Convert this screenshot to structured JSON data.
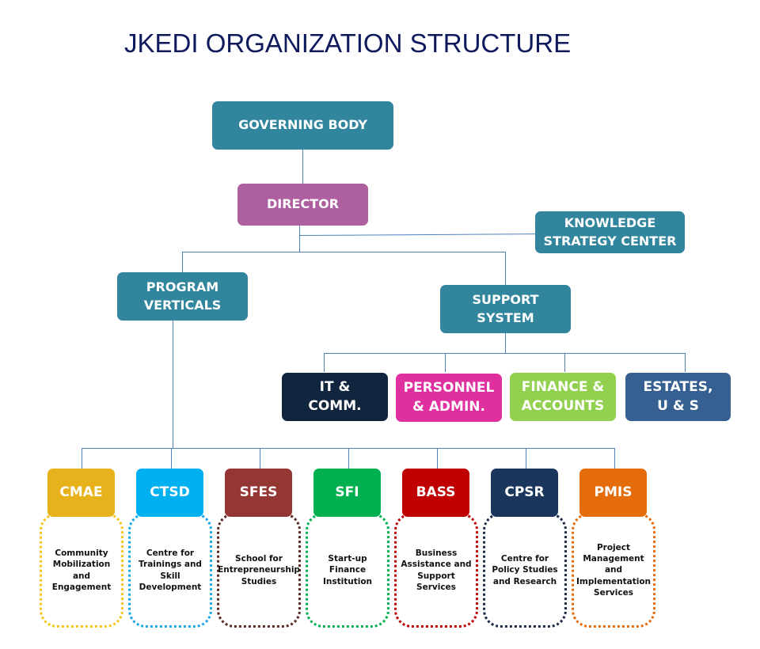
{
  "title": "JKEDI ORGANIZATION STRUCTURE",
  "nodes": {
    "governing_body": {
      "label": "GOVERNING BODY",
      "color": "#31859c"
    },
    "director": {
      "label": "DIRECTOR",
      "color": "#ad5f9f"
    },
    "knowledge_strategy_center": {
      "label": "KNOWLEDGE\nSTRATEGY CENTER",
      "color": "#31859c"
    },
    "program_verticals": {
      "label": "PROGRAM\nVERTICALS",
      "color": "#31859c"
    },
    "support_system": {
      "label": "SUPPORT\nSYSTEM",
      "color": "#31859c"
    }
  },
  "support_units": [
    {
      "label": "IT  &\nCOMM.",
      "color": "#12253f"
    },
    {
      "label": "PERSONNEL\n& ADMIN.",
      "color": "#e030a0"
    },
    {
      "label": "FINANCE &\nACCOUNTS",
      "color": "#92d050"
    },
    {
      "label": "ESTATES,\nU & S",
      "color": "#376092"
    }
  ],
  "program_units": [
    {
      "acronym": "CMAE",
      "description": "Community\nMobilization\nand\nEngagement",
      "color": "#e8b21c",
      "border": "#f5c518"
    },
    {
      "acronym": "CTSD",
      "description": "Centre for\nTrainings and\nSkill\nDevelopment",
      "color": "#00b0f0",
      "border": "#1aa8e6"
    },
    {
      "acronym": "SFES",
      "description": "School for\nEntrepreneurship\nStudies",
      "color": "#943634",
      "border": "#5a2a22"
    },
    {
      "acronym": "SFI",
      "description": "Start-up\nFinance\nInstitution",
      "color": "#00b050",
      "border": "#00b050"
    },
    {
      "acronym": "BASS",
      "description": "Business\nAssistance and\nSupport\nServices",
      "color": "#c00000",
      "border": "#c00000"
    },
    {
      "acronym": "CPSR",
      "description": "Centre for\nPolicy Studies\nand Research",
      "color": "#1b365d",
      "border": "#1b2a45"
    },
    {
      "acronym": "PMIS",
      "description": "Project\nManagement\nand\nImplementation\nServices",
      "color": "#e46c0a",
      "border": "#e46c0a"
    }
  ]
}
